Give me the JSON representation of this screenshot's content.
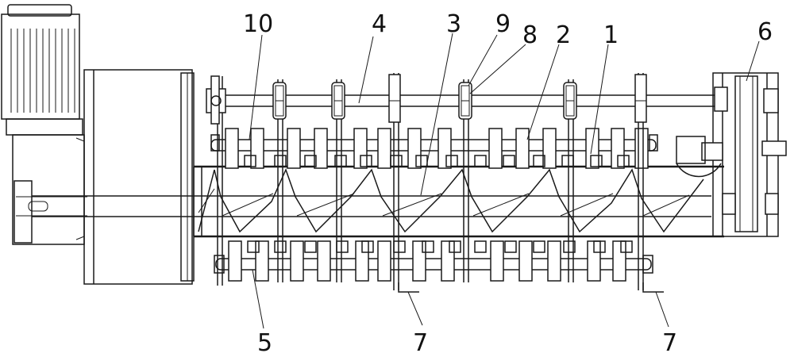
{
  "labels": {
    "l10": "10",
    "l4": "4",
    "l3": "3",
    "l9": "9",
    "l8": "8",
    "l2": "2",
    "l1": "1",
    "l6": "6",
    "l5": "5",
    "l7a": "7",
    "l7b": "7"
  }
}
